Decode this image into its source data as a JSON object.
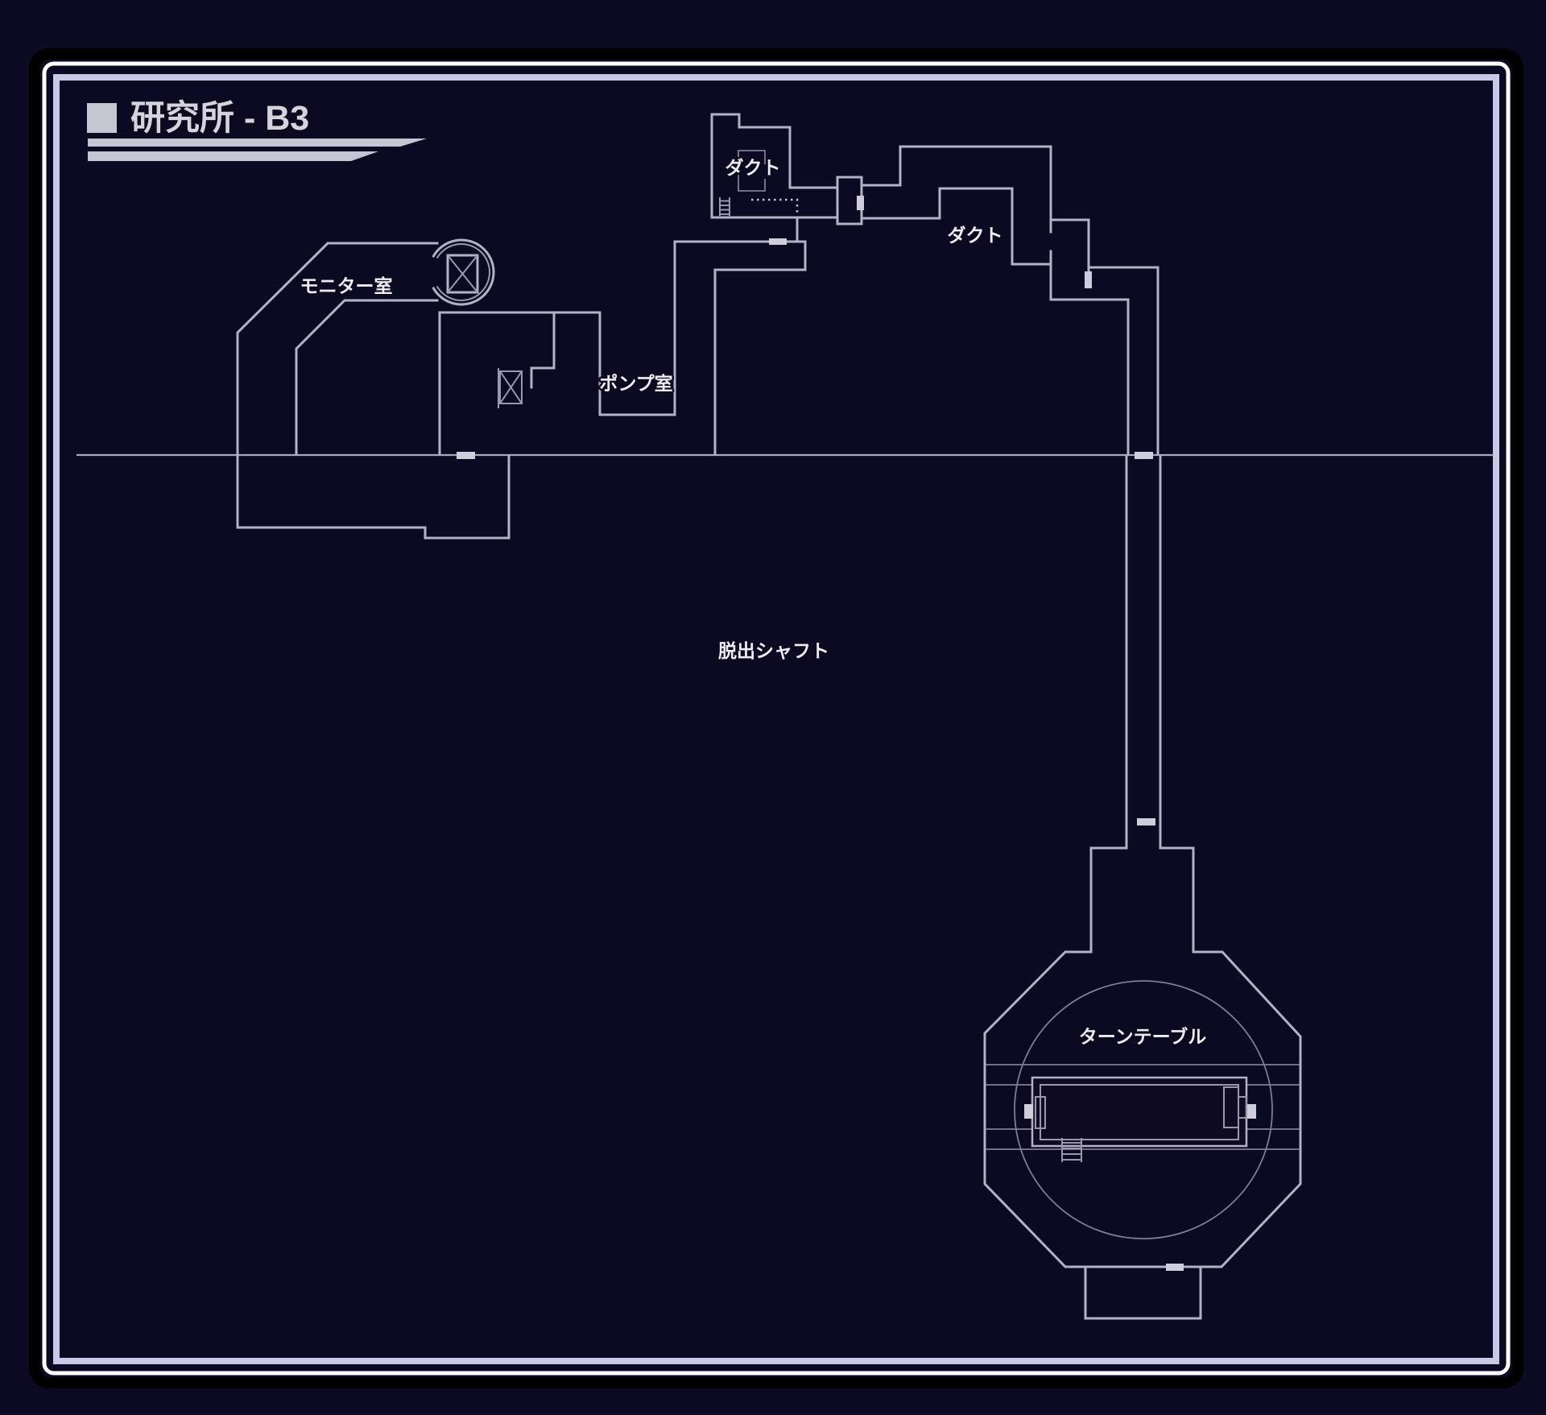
{
  "title": {
    "text": "研究所 - B3"
  },
  "labels": {
    "monitor_room": "モニター室",
    "pump_room": "ポンプ室",
    "duct_upper": "ダクト",
    "duct_right": "ダクト",
    "escape_shaft": "脱出シャフト",
    "turntable": "ターンテーブル"
  },
  "icons": {
    "square_bullet": "square-bullet-icon",
    "elevator": "elevator-icon",
    "ladder": "ladder-icon",
    "door_marker": "door-marker",
    "vent": "vent-icon"
  },
  "colors": {
    "background": "#0c0922",
    "wall": "#b4b1c6",
    "frame_white": "#ffffff",
    "frame_lavender": "#c9c6e6",
    "door_marker": "#cfcddb",
    "label_text": "#edecf5",
    "title_text": "#d4d3de"
  }
}
